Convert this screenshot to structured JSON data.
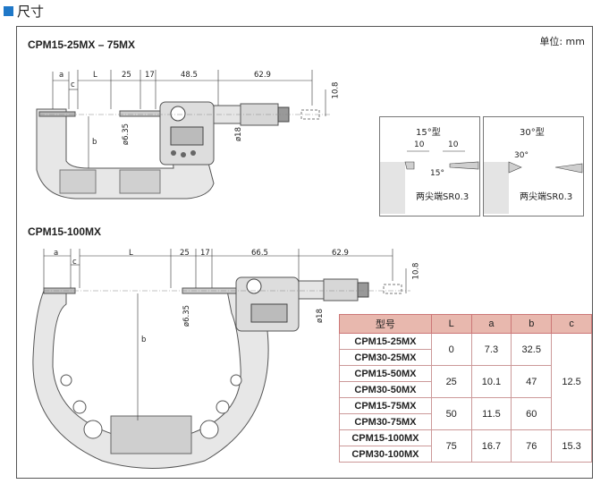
{
  "heading": "尺寸",
  "unit": "单位: mm",
  "top_title": "CPM15-25MX – 75MX",
  "bottom_title": "CPM15-100MX",
  "top_dims": {
    "a": "a",
    "c": "c",
    "L": "L",
    "d1": "25",
    "d2": "17",
    "d3": "48.5",
    "d4": "62.9",
    "d5": "10.8",
    "dia1": "ø6.35",
    "dia2": "ø18",
    "b": "b"
  },
  "bottom_dims": {
    "a": "a",
    "c": "c",
    "L": "L",
    "d1": "25",
    "d2": "17",
    "d3": "66.5",
    "d4": "62.9",
    "d5": "10.8",
    "dia1": "ø6.35",
    "dia2": "ø18",
    "b": "b"
  },
  "tip15": {
    "title": "15°型",
    "w1": "10",
    "w2": "10",
    "angle": "15°",
    "note": "两尖端SR0.3"
  },
  "tip30": {
    "title": "30°型",
    "angle": "30°",
    "note": "两尖端SR0.3"
  },
  "table": {
    "headers": [
      "型号",
      "L",
      "a",
      "b",
      "c"
    ],
    "rows": [
      {
        "models": [
          "CPM15-25MX",
          "CPM30-25MX"
        ],
        "L": "0",
        "a": "7.3",
        "b": "32.5"
      },
      {
        "models": [
          "CPM15-50MX",
          "CPM30-50MX"
        ],
        "L": "25",
        "a": "10.1",
        "b": "47"
      },
      {
        "models": [
          "CPM15-75MX",
          "CPM30-75MX"
        ],
        "L": "50",
        "a": "11.5",
        "b": "60"
      },
      {
        "models": [
          "CPM15-100MX",
          "CPM30-100MX"
        ],
        "L": "75",
        "a": "16.7",
        "b": "76"
      }
    ],
    "c_values": [
      "12.5",
      "15.3"
    ]
  }
}
